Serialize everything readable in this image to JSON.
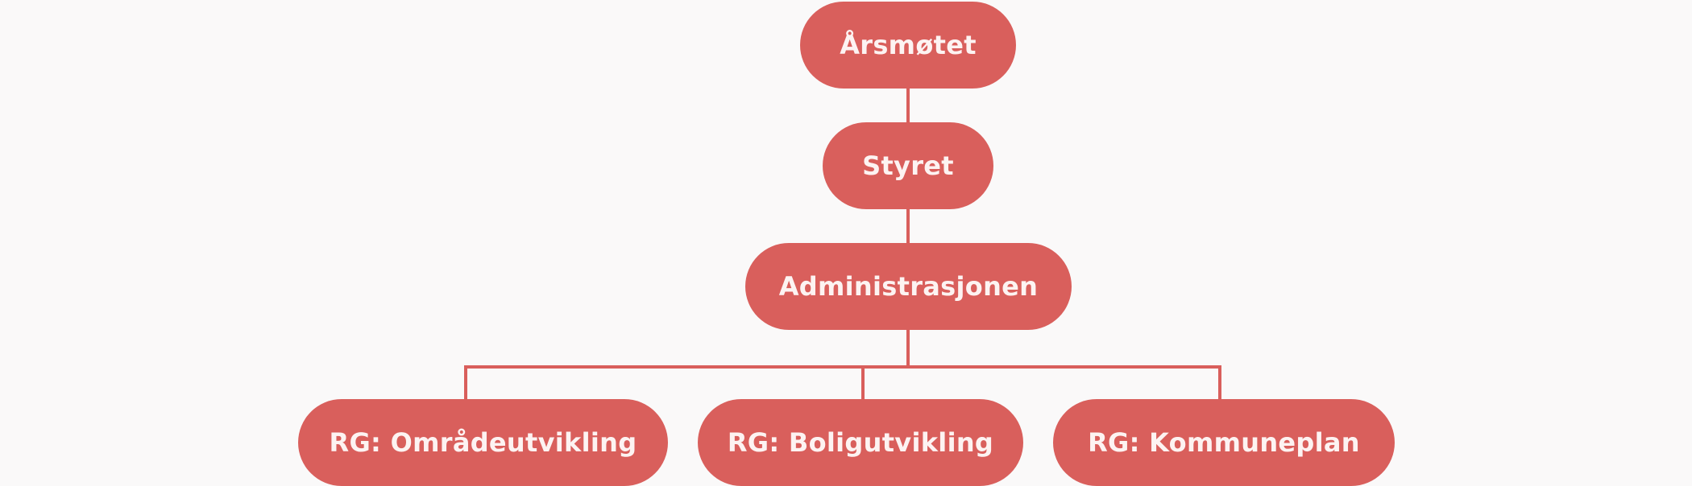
{
  "diagram": {
    "colors": {
      "node_fill": "#d95f5c",
      "node_text": "#fdf3f2",
      "connector": "#d95f5c",
      "background": "#faf9f9"
    },
    "nodes": {
      "arsmotet": "Årsmøtet",
      "styret": "Styret",
      "administrasjonen": "Administrasjonen",
      "rg_omradeutvikling": "RG: Områdeutvikling",
      "rg_boligutvikling": "RG: Boligutvikling",
      "rg_kommuneplan": "RG: Kommuneplan"
    }
  }
}
